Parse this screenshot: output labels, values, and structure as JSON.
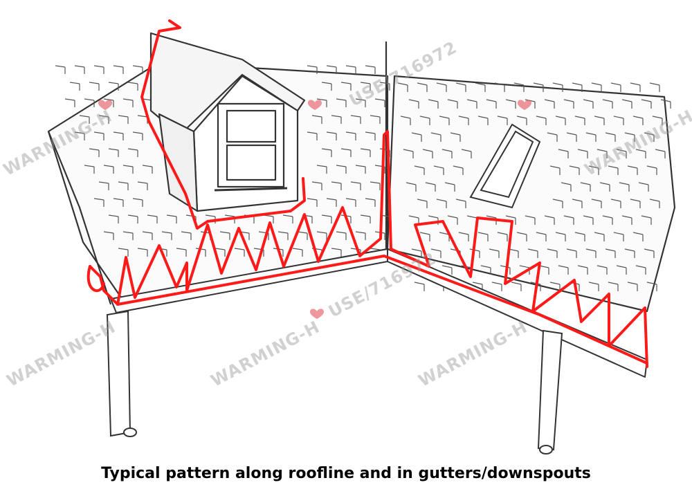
{
  "caption": "Typical pattern along roofline and in gutters/downspouts",
  "watermark": {
    "text_left": "WARMING-H",
    "text_right": "USE/716972",
    "heart_color": "#e2525c"
  },
  "colors": {
    "cable": "#ff1a1a",
    "lines": "#333333",
    "background": "#ffffff"
  }
}
